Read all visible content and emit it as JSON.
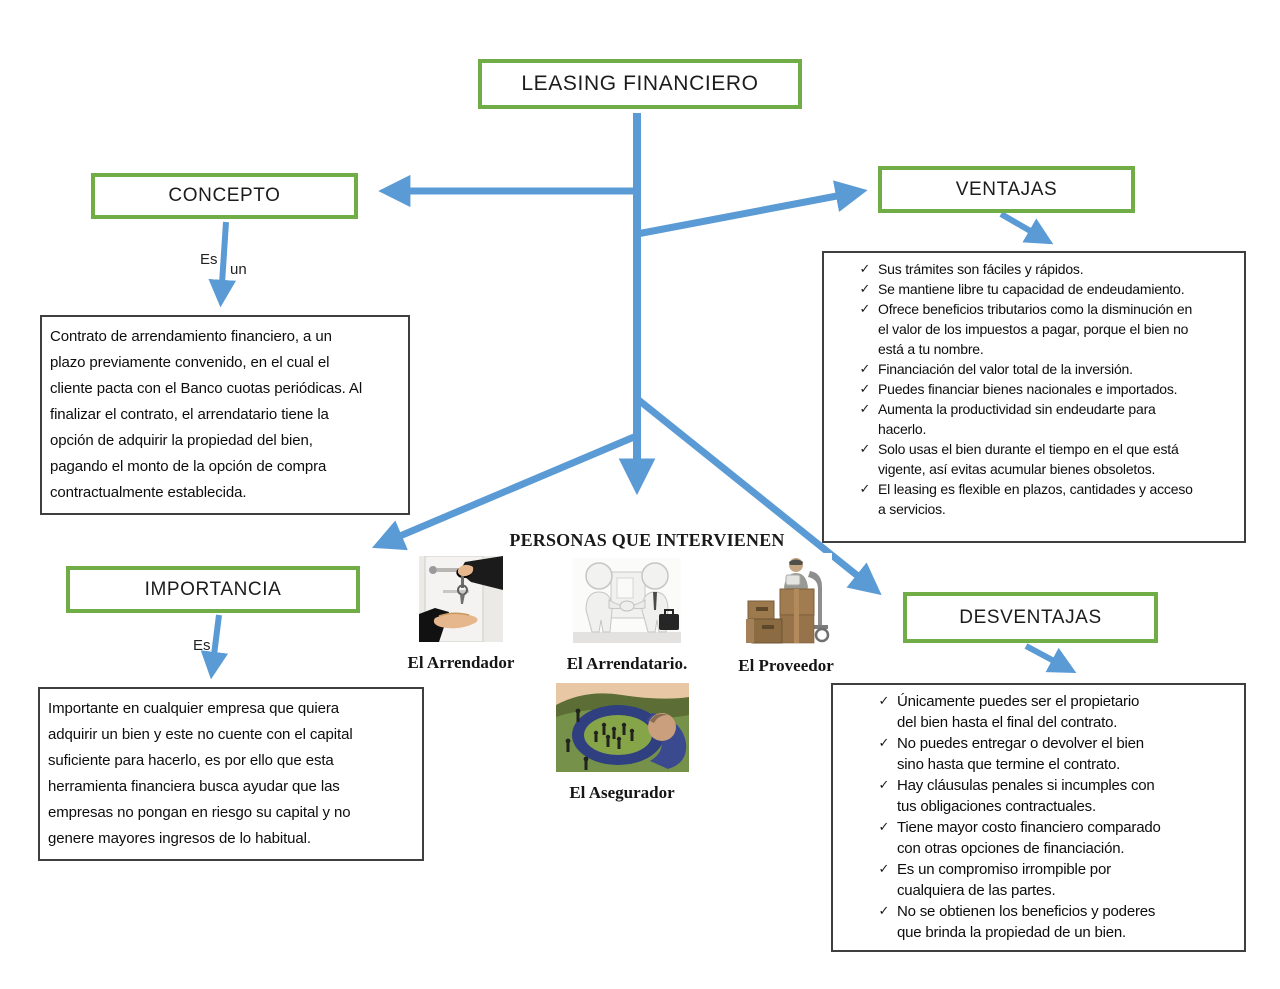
{
  "colors": {
    "accent_green": "#70AD47",
    "arrow_blue": "#5B9BD5",
    "box_border_dark": "#3f3f3f"
  },
  "list_marker": "✓",
  "title": "LEASING FINANCIERO",
  "concepto": {
    "heading": "CONCEPTO",
    "connector_top": "Es",
    "connector_bottom": "un",
    "description": "Contrato de arrendamiento financiero, a un\nplazo previamente convenido, en el cual el\ncliente pacta con el Banco cuotas periódicas. Al\nfinalizar el contrato, el arrendatario tiene la\nopción de adquirir la propiedad del bien,\npagando el monto de la opción de compra\ncontractualmente establecida."
  },
  "ventajas": {
    "heading": "VENTAJAS",
    "items": [
      "Sus trámites son fáciles y rápidos.",
      "Se mantiene libre tu capacidad de endeudamiento.",
      "Ofrece beneficios tributarios como la disminución en\nel valor de los impuestos a pagar, porque el bien no\nestá a tu nombre.",
      "Financiación del valor total de la inversión.",
      "Puedes financiar bienes nacionales e importados.",
      "Aumenta la productividad sin endeudarte para\nhacerlo.",
      "Solo usas el bien durante el tiempo en el que está\nvigente, así evitas acumular bienes obsoletos.",
      "El leasing es flexible en plazos, cantidades y acceso\na servicios."
    ]
  },
  "importancia": {
    "heading": "IMPORTANCIA",
    "connector": "Es",
    "description": "Importante en cualquier empresa que quiera\nadquirir un bien y este no cuente con el capital\nsuficiente para hacerlo, es por ello que esta\nherramienta financiera busca ayudar que las\nempresas no pongan en riesgo su capital y no\ngenere mayores ingresos de lo habitual."
  },
  "desventajas": {
    "heading": "DESVENTAJAS",
    "items": [
      "Únicamente puedes ser el propietario\ndel bien hasta el final del contrato.",
      "No puedes entregar o devolver el bien\nsino hasta que termine el contrato.",
      "Hay cláusulas penales si incumples con\ntus obligaciones contractuales.",
      "Tiene mayor costo financiero comparado\ncon otras opciones de financiación.",
      "Es un compromiso irrompible por\ncualquiera de las partes.",
      "No se obtienen los beneficios y poderes\nque brinda la propiedad de un bien."
    ]
  },
  "personas": {
    "heading": "PERSONAS QUE INTERVIENEN",
    "roles": [
      {
        "label": "El Arrendador",
        "icon": "handing-keys-icon"
      },
      {
        "label": "El Arrendatario.",
        "icon": "handshake-figures-icon"
      },
      {
        "label": "El Proveedor",
        "icon": "delivery-boxes-icon"
      },
      {
        "label": "El Asegurador",
        "icon": "protective-arms-icon"
      }
    ]
  }
}
